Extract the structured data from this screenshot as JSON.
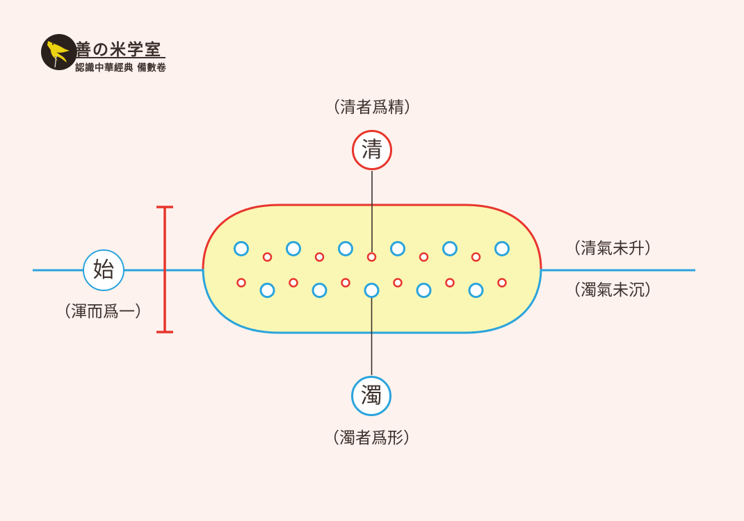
{
  "logo": {
    "title": "善の米学室",
    "subtitle": "認識中華經典 備數卷",
    "icon": "bird-icon"
  },
  "diagram": {
    "top_label": "（清者爲精）",
    "top_node": "清",
    "left_node": "始",
    "left_label": "（渾而爲一）",
    "right_label_top": "（清氣未升）",
    "right_label_bottom": "（濁氣未沉）",
    "bottom_node": "濁",
    "bottom_label": "（濁者爲形）",
    "colors": {
      "red": "#e8352c",
      "blue": "#2aa4dd",
      "ellipse_fill": "#faf7b4",
      "background": "#fdf2ee",
      "text_dark": "#3c302c",
      "logo_dark": "#2b211c",
      "logo_bird_yellow": "#ecd211"
    },
    "particles": {
      "top_row": [
        "blue",
        "red",
        "blue",
        "red",
        "blue",
        "red",
        "blue",
        "red",
        "blue",
        "red",
        "blue"
      ],
      "bottom_row": [
        "red",
        "blue",
        "red",
        "blue",
        "red",
        "blue",
        "red",
        "blue",
        "red",
        "blue",
        "red"
      ]
    }
  }
}
